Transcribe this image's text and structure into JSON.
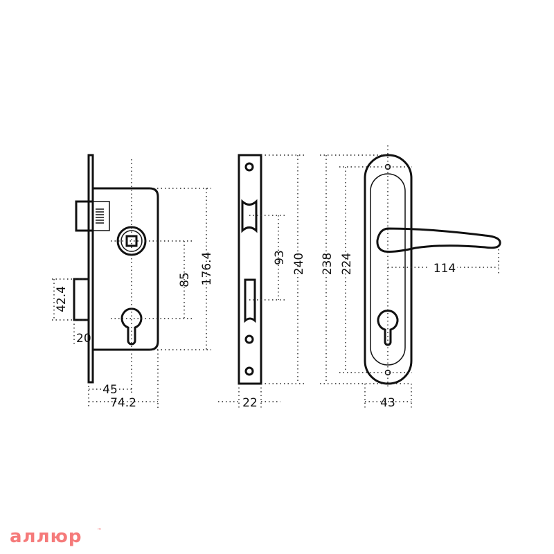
{
  "drawing": {
    "lock_body": {
      "height": "176.4",
      "handle_to_cylinder": "85",
      "deadbolt_height": "42.4",
      "deadbolt_offset": "20",
      "backset": "45",
      "body_width": "74.2"
    },
    "strike_plate": {
      "latch_to_bolt": "93",
      "height": "240",
      "width": "22"
    },
    "handle_plate": {
      "plate_height": "238",
      "screw_spacing": "224",
      "lever_length": "114",
      "plate_width": "43"
    }
  },
  "brand": {
    "logo_text": "аллюр",
    "trademark": "™"
  }
}
